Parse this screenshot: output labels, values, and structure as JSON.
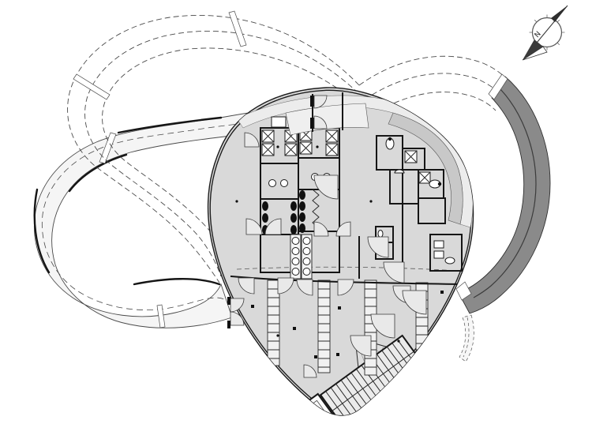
{
  "meta": {
    "title": "Ground floor plan with looping rooftop ramp",
    "drawing_type": "architectural-floor-plan"
  },
  "compass": {
    "label": "N"
  },
  "palette": {
    "paper": "#ffffff",
    "building_fill": "#d9d9d9",
    "ramp_fill": "#f5f5f5",
    "dark_ramp_fill": "#8a8a8a",
    "dark_ramp_centerline": "#3c3c3c",
    "inner_ramp_fill": "#c8c8c8",
    "walkway_fill": "#ececec",
    "lobby_fill": "#efefef",
    "fan_room_fill": "#dedede",
    "stair_fill": "#ebebeb",
    "bench_fill": "#f1f1f1",
    "wall_color": "#161616",
    "line_color": "#4a4a4a"
  }
}
